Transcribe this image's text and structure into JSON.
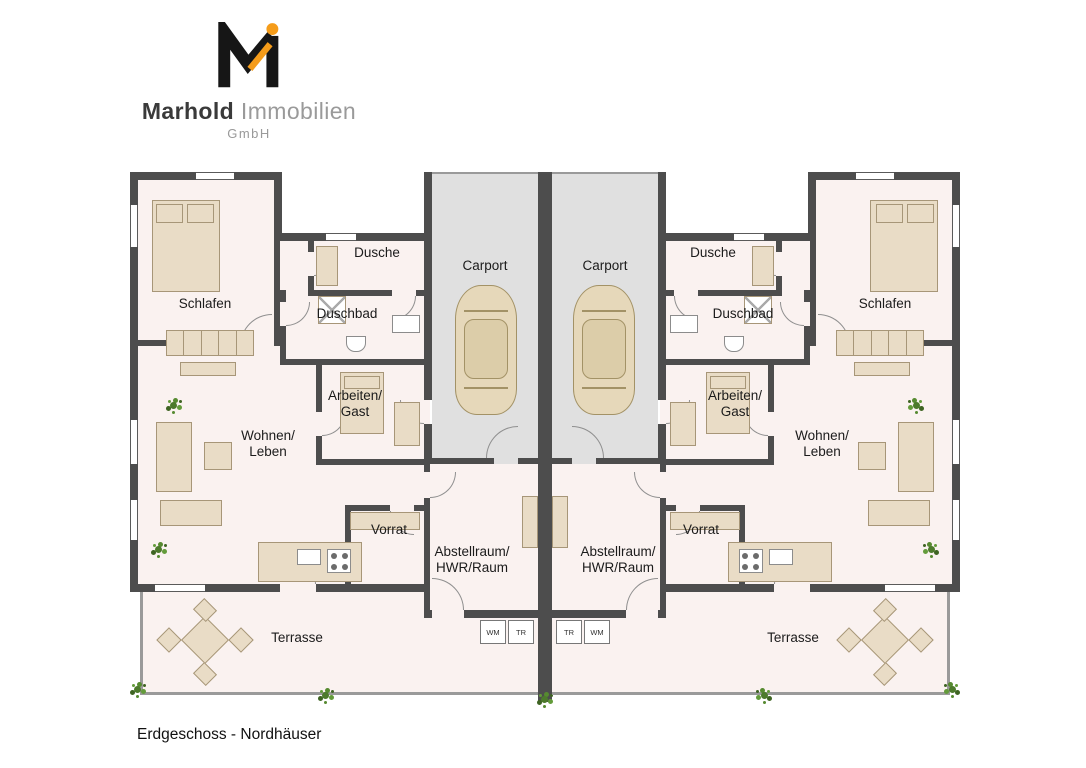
{
  "brand": {
    "bold": "Marhold",
    "light": " Immobilien",
    "suffix": "GmbH"
  },
  "caption": "Erdgeschoss - Nordhäuser",
  "rooms": {
    "schlafen": "Schlafen",
    "dusche": "Dusche",
    "duschbad": "Duschbad",
    "carport": "Carport",
    "arbeiten_l1": "Arbeiten/",
    "arbeiten_l2": "Gast",
    "wohnen_l1": "Wohnen/",
    "wohnen_l2": "Leben",
    "vorrat": "Vorrat",
    "abstell_l1": "Abstellraum/",
    "abstell_l2": "HWR/Raum",
    "terrasse": "Terrasse"
  },
  "appliances": {
    "washer": "WM",
    "dryer": "TR"
  },
  "colors": {
    "wall": "#4d4d4d",
    "room_fill": "#faf2f0",
    "carport_fill": "#e0e0e0",
    "furniture": "#e9dcc6",
    "logo_orange": "#f59c1a",
    "plant_green": "#4e7a2e"
  }
}
